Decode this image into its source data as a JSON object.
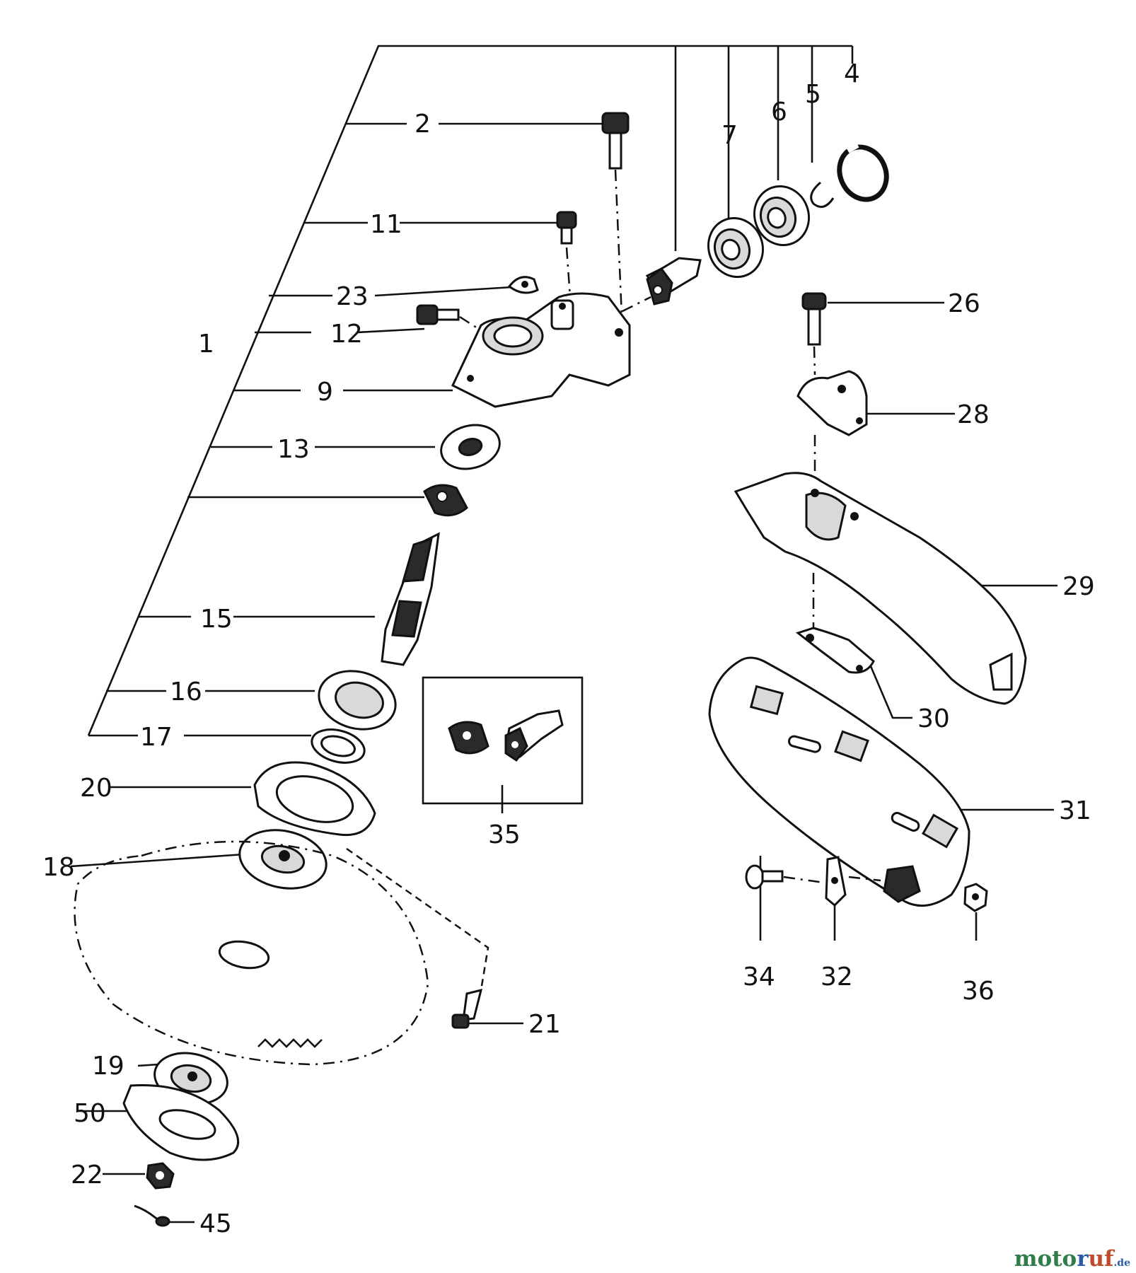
{
  "diagram": {
    "callouts": [
      "1",
      "2",
      "4",
      "5",
      "6",
      "7",
      "9",
      "11",
      "12",
      "13",
      "15",
      "16",
      "17",
      "18",
      "19",
      "20",
      "21",
      "22",
      "23",
      "26",
      "28",
      "29",
      "30",
      "31",
      "32",
      "34",
      "35",
      "36",
      "45",
      "50"
    ]
  },
  "watermark": {
    "part1": "moto",
    "part2": "r",
    "part3": "uf",
    "part4": ".de"
  }
}
